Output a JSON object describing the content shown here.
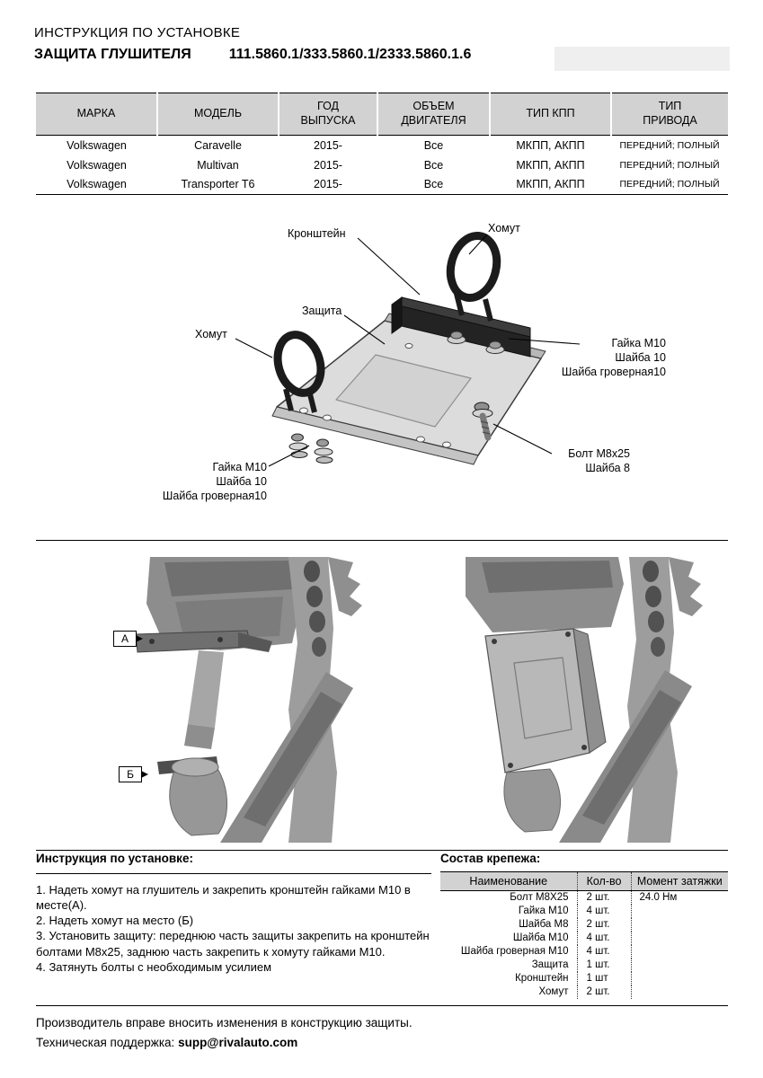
{
  "header": {
    "title": "ИНСТРУКЦИЯ ПО УСТАНОВКЕ",
    "product": "ЗАЩИТА ГЛУШИТЕЛЯ",
    "codes": "111.5860.1/333.5860.1/2333.5860.1.6"
  },
  "vehicle_table": {
    "headers": [
      "МАРКА",
      "МОДЕЛЬ",
      "ГОД\nВЫПУСКА",
      "ОБЪЕМ\nДВИГАТЕЛЯ",
      "ТИП КПП",
      "ТИП\nПРИВОДА"
    ],
    "rows": [
      [
        "Volkswagen",
        "Caravelle",
        "2015-",
        "Все",
        "МКПП, АКПП",
        "ПЕРЕДНИЙ; ПОЛНЫЙ"
      ],
      [
        "Volkswagen",
        "Multivan",
        "2015-",
        "Все",
        "МКПП, АКПП",
        "ПЕРЕДНИЙ; ПОЛНЫЙ"
      ],
      [
        "Volkswagen",
        "Transporter T6",
        "2015-",
        "Все",
        "МКПП, АКПП",
        "ПЕРЕДНИЙ; ПОЛНЫЙ"
      ]
    ]
  },
  "diagram": {
    "bracket": "Кронштейн",
    "clamp_top": "Хомут",
    "shield": "Защита",
    "clamp_left": "Хомут",
    "right_stack": [
      "Гайка М10",
      "Шайба 10",
      "Шайба гроверная10"
    ],
    "bolt_stack": [
      "Болт М8х25",
      "Шайба 8"
    ],
    "bottom_stack": [
      "Гайка М10",
      "Шайба 10",
      "Шайба гроверная10"
    ]
  },
  "photos": {
    "marker_a": "А",
    "marker_b": "Б"
  },
  "instructions": {
    "title": "Инструкция по установке:",
    "steps": [
      "1. Надеть хомут на глушитель и закрепить кронштейн гайками М10 в месте(А).",
      "2. Надеть хомут на место (Б)",
      "3. Установить защиту: переднюю часть защиты закрепить на кронштейн болтами М8х25, заднюю часть закрепить к хомуту гайками М10.",
      "4. Затянуть болты с необходимым усилием"
    ]
  },
  "fasteners": {
    "title": "Состав крепежа:",
    "headers": [
      "Наименование",
      "Кол-во",
      "Момент затяжки"
    ],
    "rows": [
      [
        "Болт М8Х25",
        "2 шт.",
        "24.0 Нм"
      ],
      [
        "Гайка М10",
        "4 шт.",
        ""
      ],
      [
        "Шайба М8",
        "2 шт.",
        ""
      ],
      [
        "Шайба М10",
        "4 шт.",
        ""
      ],
      [
        "Шайба гроверная М10",
        "4 шт.",
        ""
      ],
      [
        "Защита",
        "1 шт.",
        ""
      ],
      [
        "Кронштейн",
        "1 шт",
        ""
      ],
      [
        "Хомут",
        "2 шт.",
        ""
      ]
    ]
  },
  "footer": {
    "note": "Производитель вправе вносить изменения в конструкцию защиты.",
    "support_label": "Техническая поддержка:",
    "support_email": "supp@rivalauto.com"
  }
}
